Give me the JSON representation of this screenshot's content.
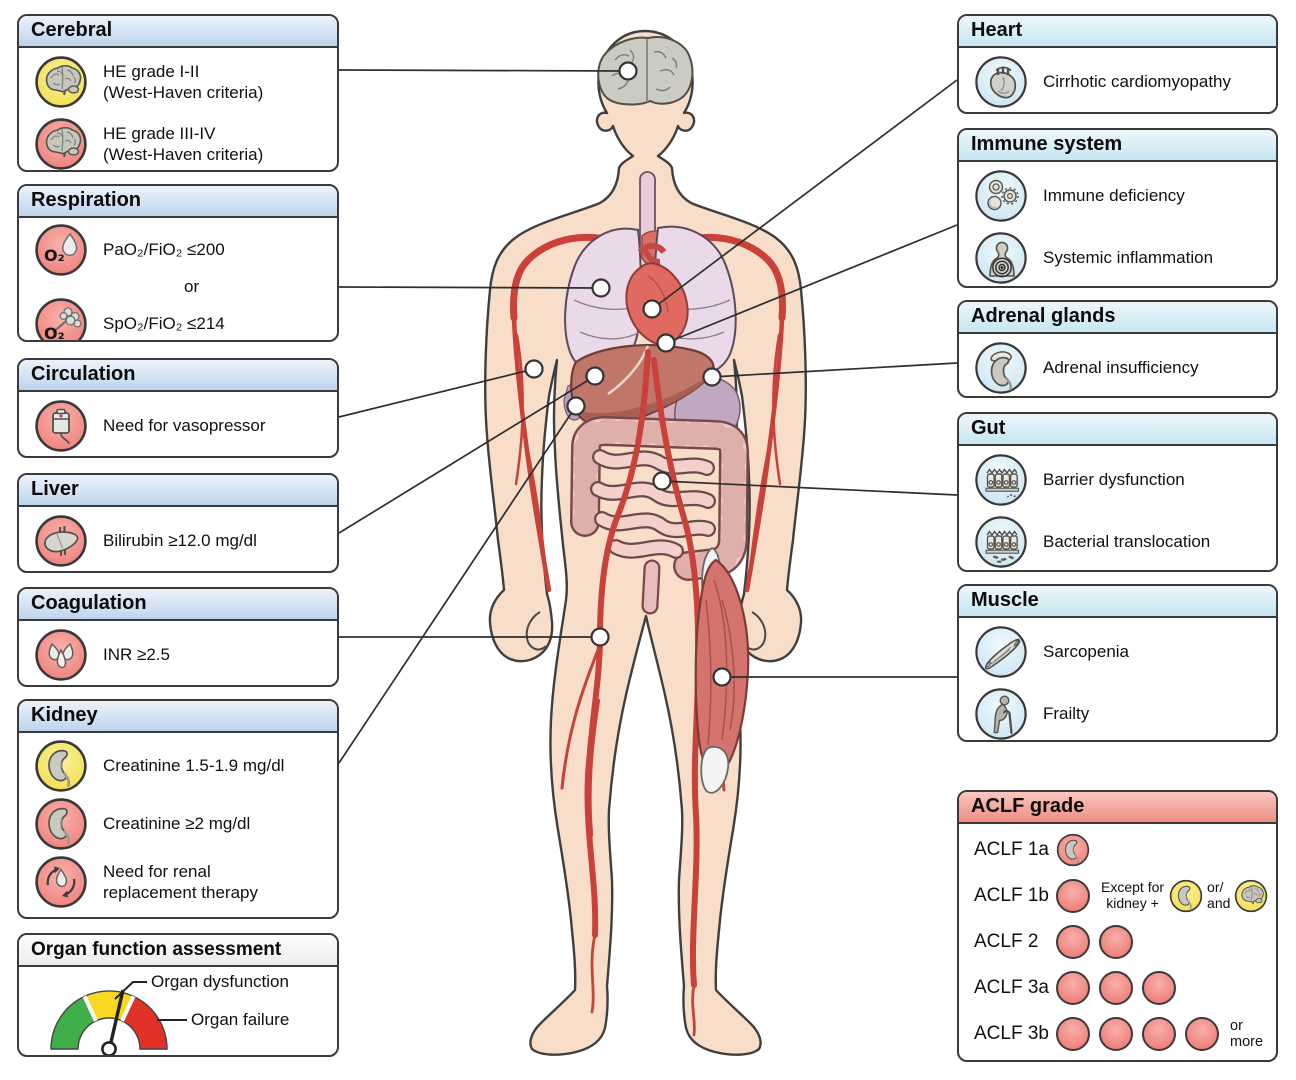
{
  "colors": {
    "failure_red": "#ee7e78",
    "dysfunction_yellow": "#f1de48",
    "right_icon_blue": "#cfe7f2",
    "header_blue": "#bed4ec",
    "header_cyan": "#c7e6f1",
    "header_red": "#ee8d83",
    "gauge_green": "#3fae49",
    "gauge_yellow": "#f8d823",
    "gauge_red": "#e23128",
    "skin": "#f8ddc9",
    "artery_red": "#c8423a"
  },
  "left_panels": [
    {
      "title": "Cerebral",
      "items": [
        {
          "icon": "brain-yellow-icon",
          "label": "HE grade I-II\n(West-Haven criteria)"
        },
        {
          "icon": "brain-red-icon",
          "label": "HE grade III-IV\n(West-Haven criteria)"
        }
      ]
    },
    {
      "title": "Respiration",
      "connector": "or",
      "items": [
        {
          "icon": "oxygen-droplet-icon",
          "icon_text": "O₂",
          "label": "PaO₂/FiO₂ ≤200"
        },
        {
          "icon": "oxygen-alveoli-icon",
          "icon_text": "O₂",
          "label": "SpO₂/FiO₂ ≤214"
        }
      ]
    },
    {
      "title": "Circulation",
      "items": [
        {
          "icon": "vasopressor-iv-bag-icon",
          "label": "Need for vasopressor"
        }
      ]
    },
    {
      "title": "Liver",
      "items": [
        {
          "icon": "liver-icon",
          "label": "Bilirubin ≥12.0 mg/dl"
        }
      ]
    },
    {
      "title": "Coagulation",
      "items": [
        {
          "icon": "blood-drops-icon",
          "label": "INR ≥2.5"
        }
      ]
    },
    {
      "title": "Kidney",
      "items": [
        {
          "icon": "kidney-yellow-icon",
          "label": "Creatinine 1.5-1.9 mg/dl"
        },
        {
          "icon": "kidney-red-icon",
          "label": "Creatinine ≥2 mg/dl"
        },
        {
          "icon": "renal-replacement-icon",
          "label": "Need for renal\nreplacement therapy"
        }
      ]
    },
    {
      "title": "Organ function assessment",
      "gauge_labels": {
        "dysfunction": "Organ dysfunction",
        "failure": "Organ failure"
      }
    }
  ],
  "right_panels": [
    {
      "title": "Heart",
      "items": [
        {
          "icon": "heart-icon",
          "label": "Cirrhotic cardiomyopathy"
        }
      ]
    },
    {
      "title": "Immune system",
      "items": [
        {
          "icon": "immune-cells-icon",
          "label": "Immune deficiency"
        },
        {
          "icon": "inflammation-target-icon",
          "label": "Systemic inflammation"
        }
      ]
    },
    {
      "title": "Adrenal glands",
      "items": [
        {
          "icon": "adrenal-gland-icon",
          "label": "Adrenal insufficiency"
        }
      ]
    },
    {
      "title": "Gut",
      "items": [
        {
          "icon": "gut-barrier-icon",
          "label": "Barrier dysfunction"
        },
        {
          "icon": "bacteria-translocation-icon",
          "label": "Bacterial translocation"
        }
      ]
    },
    {
      "title": "Muscle",
      "items": [
        {
          "icon": "muscle-fiber-icon",
          "label": "Sarcopenia"
        },
        {
          "icon": "frailty-cane-icon",
          "label": "Frailty"
        }
      ]
    }
  ],
  "aclf": {
    "title": "ACLF grade",
    "rows": [
      {
        "label": "ACLF 1a",
        "failures": 1,
        "first_circle_icon": "kidney-red-circle-icon"
      },
      {
        "label": "ACLF 1b",
        "failures": 1,
        "note": "Except for\nkidney +",
        "or_and": "or/\nand",
        "note_icons": [
          "kidney-yellow-circle-icon",
          "brain-yellow-circle-icon"
        ]
      },
      {
        "label": "ACLF 2",
        "failures": 2
      },
      {
        "label": "ACLF 3a",
        "failures": 3
      },
      {
        "label": "ACLF 3b",
        "failures": 4,
        "suffix": "or more"
      }
    ]
  }
}
